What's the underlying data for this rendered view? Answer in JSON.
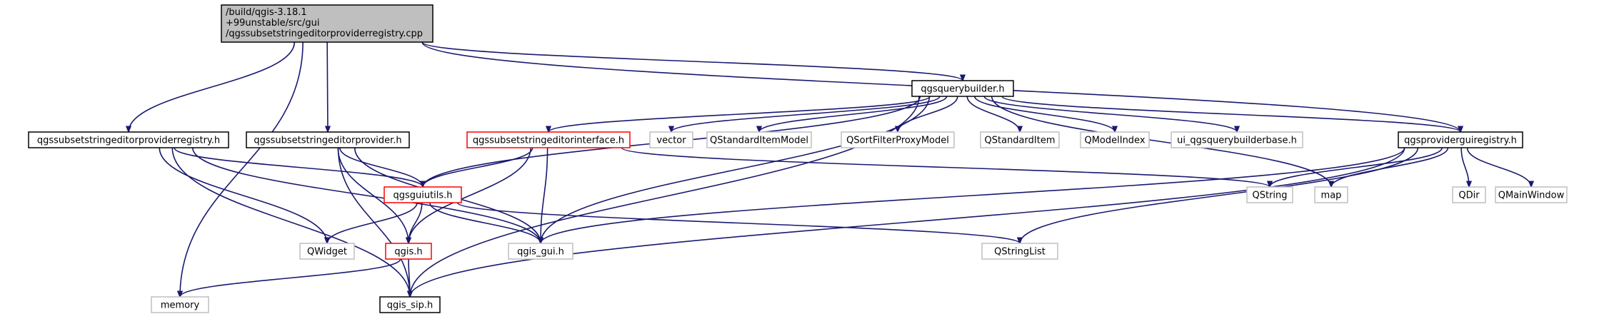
{
  "colors": {
    "edge": "#191970",
    "root_fill": "#bfbfbf",
    "documented_border": "#000000",
    "truncated_border": "#ff0000",
    "external_border": "#bfbfbf",
    "text": "#000000"
  },
  "nodes": [
    {
      "id": "root",
      "lines": [
        "/build/qgis-3.18.1",
        "+99unstable/src/gui",
        "/qgssubsetstringeditorproviderregistry.cpp"
      ],
      "kind": "root"
    },
    {
      "id": "editorproviderregistry_h",
      "lines": [
        "qgssubsetstringeditorproviderregistry.h"
      ],
      "kind": "documented"
    },
    {
      "id": "editorprovider_h",
      "lines": [
        "qgssubsetstringeditorprovider.h"
      ],
      "kind": "documented"
    },
    {
      "id": "querybuilder_h",
      "lines": [
        "qgsquerybuilder.h"
      ],
      "kind": "documented"
    },
    {
      "id": "providerguiregistry_h",
      "lines": [
        "qgsproviderguiregistry.h"
      ],
      "kind": "documented"
    },
    {
      "id": "editorinterface_h",
      "lines": [
        "qgssubsetstringeditorinterface.h"
      ],
      "kind": "truncated"
    },
    {
      "id": "guiutils_h",
      "lines": [
        "qgsguiutils.h"
      ],
      "kind": "truncated"
    },
    {
      "id": "qgis_h",
      "lines": [
        "qgis.h"
      ],
      "kind": "truncated"
    },
    {
      "id": "qgis_sip_h",
      "lines": [
        "qgis_sip.h"
      ],
      "kind": "documented"
    },
    {
      "id": "qgis_gui_h",
      "lines": [
        "qgis_gui.h"
      ],
      "kind": "external"
    },
    {
      "id": "qwidget",
      "lines": [
        "QWidget"
      ],
      "kind": "external"
    },
    {
      "id": "memory",
      "lines": [
        "memory"
      ],
      "kind": "external"
    },
    {
      "id": "vector",
      "lines": [
        "vector"
      ],
      "kind": "external"
    },
    {
      "id": "qstandarditemmodel",
      "lines": [
        "QStandardItemModel"
      ],
      "kind": "external"
    },
    {
      "id": "qsortfilterproxymodel",
      "lines": [
        "QSortFilterProxyModel"
      ],
      "kind": "external"
    },
    {
      "id": "qstandarditem",
      "lines": [
        "QStandardItem"
      ],
      "kind": "external"
    },
    {
      "id": "qmodelindex",
      "lines": [
        "QModelIndex"
      ],
      "kind": "external"
    },
    {
      "id": "ui_querybuilderbase_h",
      "lines": [
        "ui_qgsquerybuilderbase.h"
      ],
      "kind": "external"
    },
    {
      "id": "qstring",
      "lines": [
        "QString"
      ],
      "kind": "external"
    },
    {
      "id": "map",
      "lines": [
        "map"
      ],
      "kind": "external"
    },
    {
      "id": "qdir",
      "lines": [
        "QDir"
      ],
      "kind": "external"
    },
    {
      "id": "qmainwindow",
      "lines": [
        "QMainWindow"
      ],
      "kind": "external"
    },
    {
      "id": "qstringlist",
      "lines": [
        "QStringList"
      ],
      "kind": "external"
    }
  ],
  "edges": [
    {
      "from": "root",
      "to": "memory"
    },
    {
      "from": "root",
      "to": "editorproviderregistry_h"
    },
    {
      "from": "root",
      "to": "editorprovider_h"
    },
    {
      "from": "root",
      "to": "querybuilder_h"
    },
    {
      "from": "root",
      "to": "providerguiregistry_h"
    },
    {
      "from": "editorproviderregistry_h",
      "to": "guiutils_h"
    },
    {
      "from": "editorproviderregistry_h",
      "to": "qwidget"
    },
    {
      "from": "editorproviderregistry_h",
      "to": "qgis_gui_h"
    },
    {
      "from": "editorproviderregistry_h",
      "to": "qgis_sip_h"
    },
    {
      "from": "editorprovider_h",
      "to": "guiutils_h"
    },
    {
      "from": "editorprovider_h",
      "to": "qgis_h"
    },
    {
      "from": "editorprovider_h",
      "to": "qgis_gui_h"
    },
    {
      "from": "editorprovider_h",
      "to": "qgis_sip_h"
    },
    {
      "from": "querybuilder_h",
      "to": "editorinterface_h"
    },
    {
      "from": "querybuilder_h",
      "to": "guiutils_h"
    },
    {
      "from": "querybuilder_h",
      "to": "vector"
    },
    {
      "from": "querybuilder_h",
      "to": "qstandarditemmodel"
    },
    {
      "from": "querybuilder_h",
      "to": "qsortfilterproxymodel"
    },
    {
      "from": "querybuilder_h",
      "to": "qstandarditem"
    },
    {
      "from": "querybuilder_h",
      "to": "qmodelindex"
    },
    {
      "from": "querybuilder_h",
      "to": "ui_querybuilderbase_h"
    },
    {
      "from": "querybuilder_h",
      "to": "qgis_gui_h"
    },
    {
      "from": "querybuilder_h",
      "to": "map"
    },
    {
      "from": "querybuilder_h",
      "to": "providerguiregistry_h"
    },
    {
      "from": "querybuilder_h",
      "to": "qgis_sip_h"
    },
    {
      "from": "editorinterface_h",
      "to": "guiutils_h"
    },
    {
      "from": "editorinterface_h",
      "to": "qgis_h"
    },
    {
      "from": "editorinterface_h",
      "to": "qgis_gui_h"
    },
    {
      "from": "editorinterface_h",
      "to": "qstring"
    },
    {
      "from": "guiutils_h",
      "to": "qwidget"
    },
    {
      "from": "guiutils_h",
      "to": "qgis_h"
    },
    {
      "from": "guiutils_h",
      "to": "qgis_gui_h"
    },
    {
      "from": "guiutils_h",
      "to": "qstringlist"
    },
    {
      "from": "qgis_h",
      "to": "memory"
    },
    {
      "from": "qgis_h",
      "to": "qgis_sip_h"
    },
    {
      "from": "providerguiregistry_h",
      "to": "qstring"
    },
    {
      "from": "providerguiregistry_h",
      "to": "map"
    },
    {
      "from": "providerguiregistry_h",
      "to": "qdir"
    },
    {
      "from": "providerguiregistry_h",
      "to": "qmainwindow"
    },
    {
      "from": "providerguiregistry_h",
      "to": "qgis_gui_h"
    },
    {
      "from": "providerguiregistry_h",
      "to": "qstringlist"
    },
    {
      "from": "providerguiregistry_h",
      "to": "qgis_sip_h"
    }
  ]
}
